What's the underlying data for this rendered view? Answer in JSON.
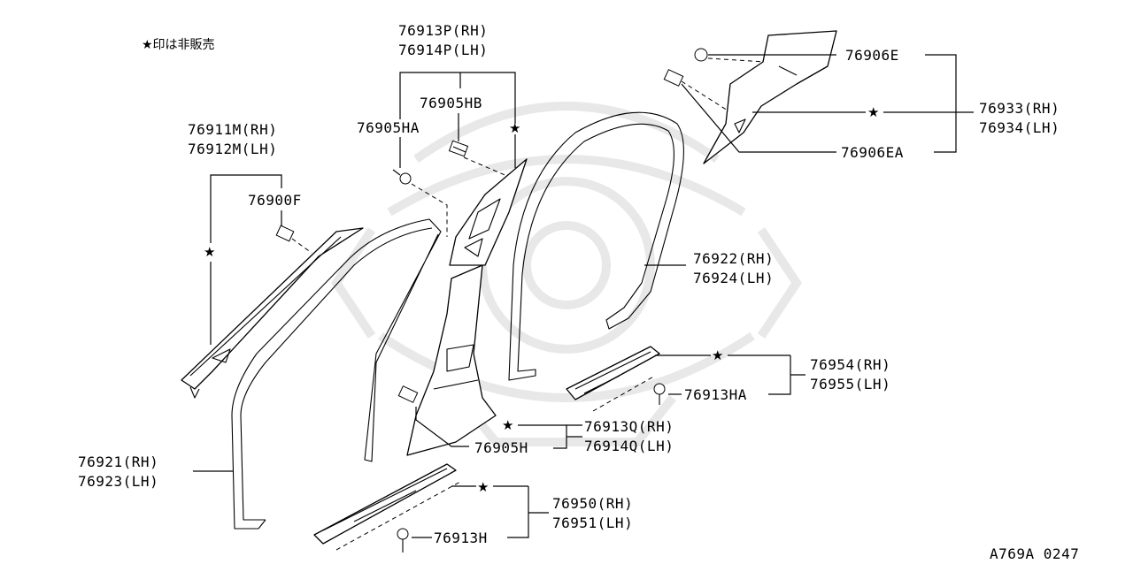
{
  "note": "★印は非販売",
  "diagram_code": "A769A 0247",
  "star": "★",
  "labels": {
    "p76913P": "76913P(RH)",
    "p76914P": "76914P(LH)",
    "p76905HB": "76905HB",
    "p76905HA": "76905HA",
    "p76911M": "76911M(RH)",
    "p76912M": "76912M(LH)",
    "p76900F": "76900F",
    "p76906E": "76906E",
    "p76933": "76933(RH)",
    "p76934": "76934(LH)",
    "p76906EA": "76906EA",
    "p76922": "76922(RH)",
    "p76924": "76924(LH)",
    "p76954": "76954(RH)",
    "p76955": "76955(LH)",
    "p76913HA": "76913HA",
    "p76913Q": "76913Q(RH)",
    "p76914Q": "76914Q(LH)",
    "p76905H": "76905H",
    "p76921": "76921(RH)",
    "p76923": "76923(LH)",
    "p76950": "76950(RH)",
    "p76951": "76951(LH)",
    "p76913H": "76913H"
  }
}
